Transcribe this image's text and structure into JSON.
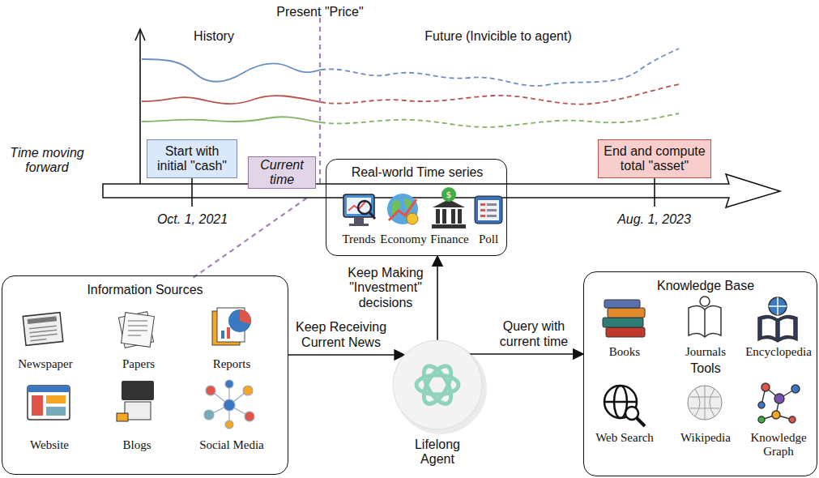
{
  "diagram": {
    "nodes": [
      {
        "text": [
          "Start with initial \"cash\""
        ]
      },
      {
        "text": [
          "Current time"
        ]
      },
      {
        "text": [
          "End and compute total \"asset\""
        ]
      },
      {
        "text": [
          "Real-world Time series",
          "Trends",
          "Economy",
          "Finance",
          "Poll"
        ]
      },
      {
        "text": [
          "Information Sources",
          "Newspaper",
          "Papers",
          "Reports",
          "Website",
          "Blogs",
          "Social Media"
        ]
      },
      {
        "text": [
          "Lifelong Agent"
        ]
      },
      {
        "text": [
          "Knowledge Base",
          "Books",
          "Journals",
          "Encyclopedia",
          "Tools",
          "Web Search",
          "Wikipedia",
          "Knowledge Graph"
        ]
      }
    ],
    "edges": [
      {
        "from": 4,
        "to": 5,
        "label": "Keep Receiving Current News",
        "arrow": "to"
      },
      {
        "from": 5,
        "to": 3,
        "label": "Keep Making \"Investment\" decisions",
        "arrow": "to"
      },
      {
        "from": 5,
        "to": 6,
        "label": "Query with current time",
        "arrow": "to"
      }
    ],
    "labels": [
      "Present \"Price\"",
      "History",
      "Future (Invicible to agent)",
      "Time moving forward",
      "Oct. 1, 2021",
      "Aug. 1, 2023"
    ]
  }
}
